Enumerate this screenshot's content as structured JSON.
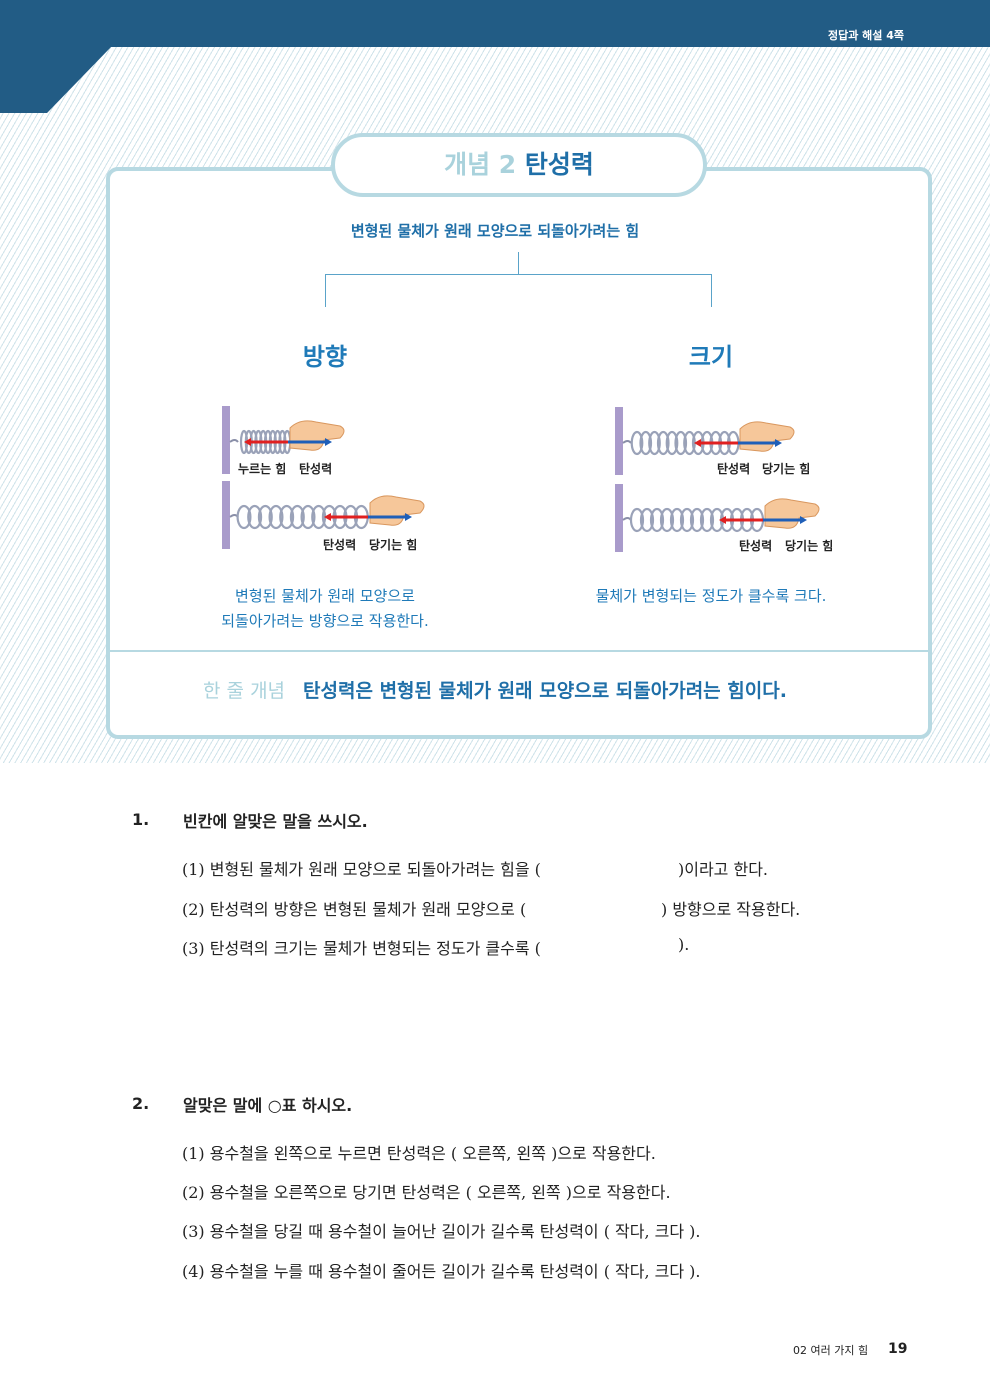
{
  "header": {
    "ref": "정답과 해설 4쪽"
  },
  "concept": {
    "number": "개념 2",
    "title": "탄성력",
    "definition": "변형된 물체가 원래 모양으로 되돌아가려는 힘",
    "direction": {
      "heading": "방향",
      "push_labels": [
        "누르는 힘",
        "탄성력"
      ],
      "pull_labels": [
        "탄성력",
        "당기는 힘"
      ],
      "desc_line1": "변형된 물체가 원래 모양으로",
      "desc_line2": "되돌아가려는 방향으로 작용한다."
    },
    "size": {
      "heading": "크기",
      "small_labels": [
        "탄성력",
        "당기는 힘"
      ],
      "large_labels": [
        "탄성력",
        "당기는 힘"
      ],
      "desc": "물체가 변형되는 정도가 클수록 크다."
    },
    "summary_key": "한 줄 개념",
    "summary": "탄성력은 변형된 물체가 원래 모양으로 되돌아가려는 힘이다."
  },
  "questions": [
    {
      "num": "1.",
      "title": "빈칸에 알맞은 말을 쓰시오.",
      "items": [
        {
          "a": "(1)  변형된 물체가 원래 모양으로 되돌아가려는 힘을 (",
          "b": ")이라고 한다."
        },
        {
          "a": "(2)  탄성력의 방향은 변형된 물체가 원래 모양으로 (",
          "b": ") 방향으로 작용한다."
        },
        {
          "a": "(3)  탄성력의 크기는 물체가 변형되는 정도가 클수록 (",
          "b": ")."
        }
      ]
    },
    {
      "num": "2.",
      "title": "알맞은 말에 ○표 하시오.",
      "items": [
        "(1)  용수철을 왼쪽으로 누르면 탄성력은 ( 오른쪽, 왼쪽 )으로 작용한다.",
        "(2)  용수철을 오른쪽으로 당기면 탄성력은 ( 오른쪽, 왼쪽 )으로 작용한다.",
        "(3)  용수철을 당길 때 용수철이 늘어난 길이가 길수록 탄성력이 ( 작다, 크다 ).",
        "(4)  용수철을 누를 때 용수철이 줄어든 길이가 길수록 탄성력이 ( 작다, 크다 )."
      ]
    }
  ],
  "footer": {
    "chapter": "02 여러 가지 힘",
    "page": "19"
  }
}
